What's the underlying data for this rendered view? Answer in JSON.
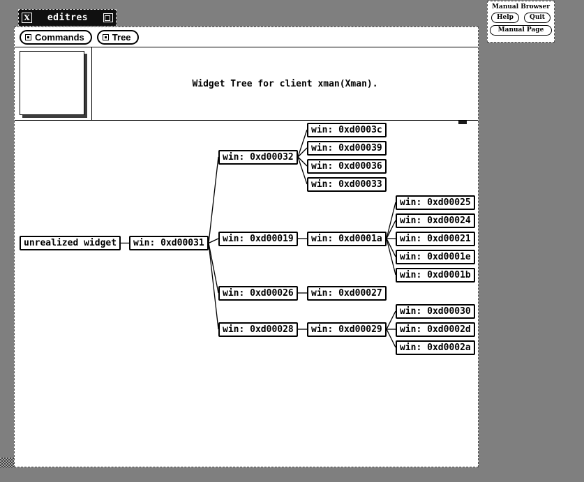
{
  "colors": {
    "desktop_bg": "#7f7f7f",
    "window_bg": "#ffffff",
    "titlebar_bg": "#101010",
    "titlebar_fg": "#ffffff",
    "tree_line": "#000000"
  },
  "editres_window": {
    "title": "editres",
    "titlebar_icons": [
      "x-logo-icon",
      "iconify-icon"
    ],
    "menubar": {
      "commands_label": "Commands",
      "tree_label": "Tree"
    },
    "message": "Widget Tree for client xman(Xman).",
    "tree": {
      "label": "unrealized widget",
      "children": [
        {
          "label": "win: 0xd00031",
          "children": [
            {
              "label": "win: 0xd00032",
              "children": [
                {
                  "label": "win: 0xd0003c"
                },
                {
                  "label": "win: 0xd00039"
                },
                {
                  "label": "win: 0xd00036"
                },
                {
                  "label": "win: 0xd00033"
                }
              ]
            },
            {
              "label": "win: 0xd00019",
              "children": [
                {
                  "label": "win: 0xd0001a",
                  "children": [
                    {
                      "label": "win: 0xd00025"
                    },
                    {
                      "label": "win: 0xd00024"
                    },
                    {
                      "label": "win: 0xd00021"
                    },
                    {
                      "label": "win: 0xd0001e"
                    },
                    {
                      "label": "win: 0xd0001b"
                    }
                  ]
                }
              ]
            },
            {
              "label": "win: 0xd00026",
              "children": [
                {
                  "label": "win: 0xd00027"
                }
              ]
            },
            {
              "label": "win: 0xd00028",
              "children": [
                {
                  "label": "win: 0xd00029",
                  "children": [
                    {
                      "label": "win: 0xd00030"
                    },
                    {
                      "label": "win: 0xd0002d"
                    },
                    {
                      "label": "win: 0xd0002a"
                    }
                  ]
                }
              ]
            }
          ]
        }
      ]
    }
  },
  "manual_browser": {
    "title": "Manual Browser",
    "help_label": "Help",
    "quit_label": "Quit",
    "manual_page_label": "Manual Page"
  }
}
